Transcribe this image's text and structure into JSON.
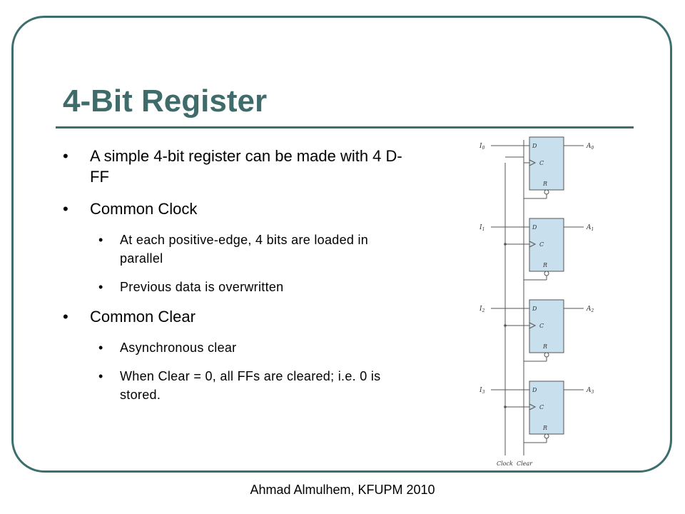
{
  "slide": {
    "title": "4-Bit Register",
    "footer": "Ahmad Almulhem, KFUPM 2010"
  },
  "bullets": [
    {
      "level": 1,
      "text": "A simple 4-bit register can be made with 4 D-FF"
    },
    {
      "level": 1,
      "text": "Common Clock"
    },
    {
      "level": 2,
      "text": "At each positive-edge, 4 bits are loaded in parallel"
    },
    {
      "level": 2,
      "text": "Previous data is overwritten"
    },
    {
      "level": 1,
      "text": "Common Clear"
    },
    {
      "level": 2,
      "text": "Asynchronous clear"
    },
    {
      "level": 2,
      "text": "When Clear = 0, all FFs are cleared; i.e. 0 is stored."
    }
  ],
  "diagram": {
    "inputs": [
      "I",
      "I",
      "I",
      "I"
    ],
    "input_subscripts": [
      "0",
      "1",
      "2",
      "3"
    ],
    "outputs": [
      "A",
      "A",
      "A",
      "A"
    ],
    "output_subscripts": [
      "0",
      "1",
      "2",
      "3"
    ],
    "ff_d": "D",
    "ff_c": "C",
    "ff_r": "R",
    "clock_label": "Clock",
    "clear_label": "Clear"
  }
}
